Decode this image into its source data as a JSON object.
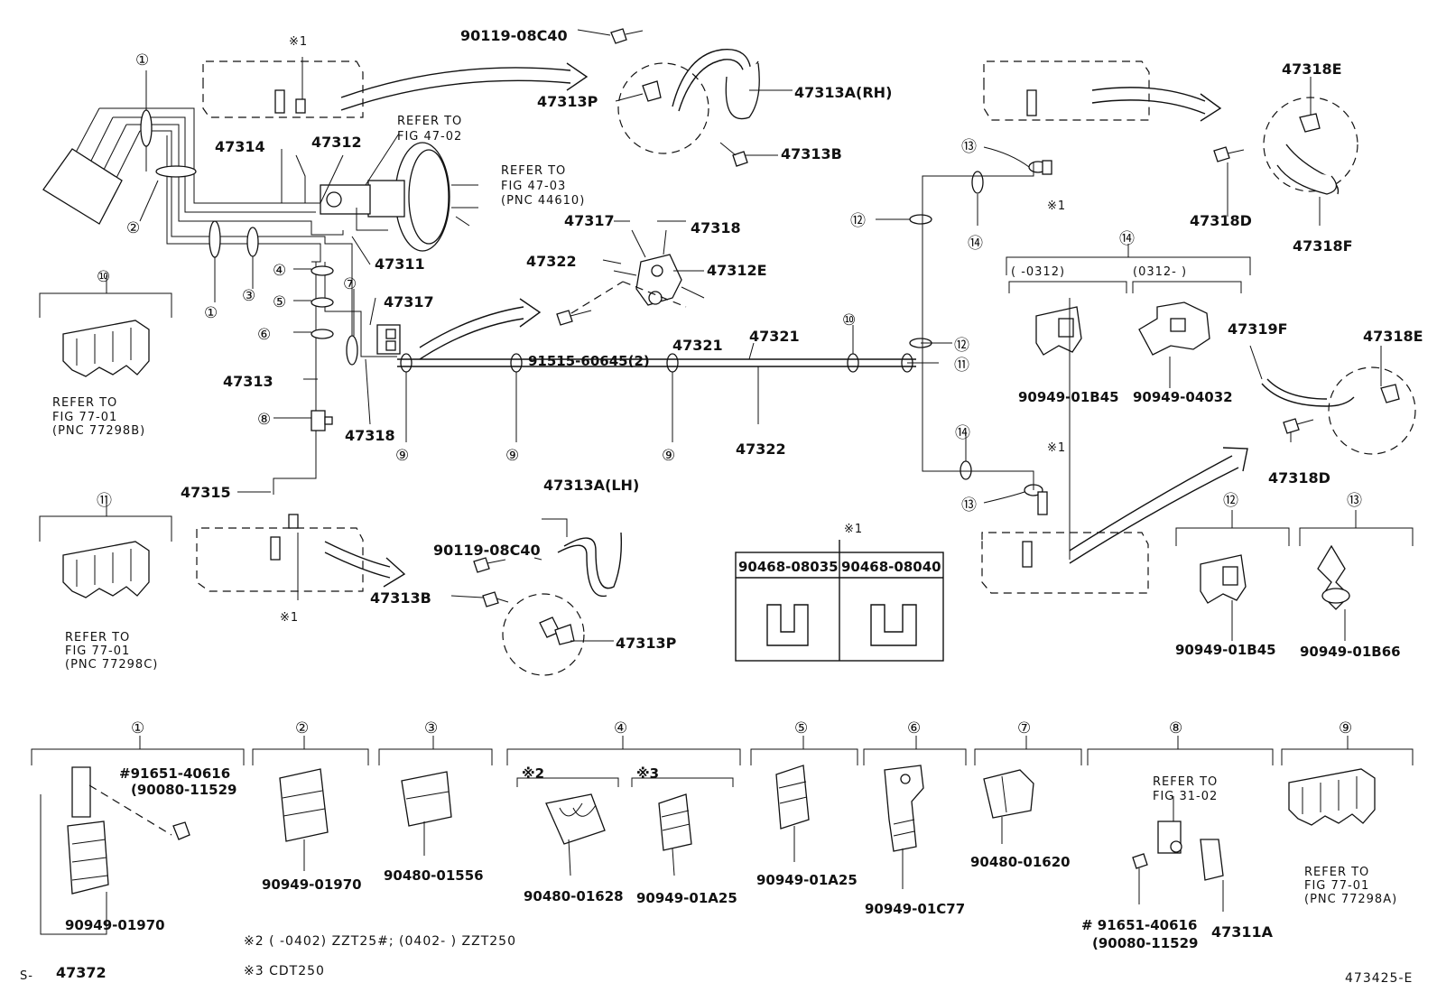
{
  "labels": {
    "p90119_top": "90119-08C40",
    "p47313P_top": "47313P",
    "p47313A_rh": "47313A(RH)",
    "p47313B_top": "47313B",
    "p47314": "47314",
    "p47312": "47312",
    "refer_47_02_a": "REFER TO",
    "refer_47_02_b": "FIG 47-02",
    "refer_47_03_a": "REFER TO",
    "refer_47_03_b": "FIG 47-03",
    "refer_47_03_c": "(PNC 44610)",
    "p47311": "47311",
    "p47317_a": "47317",
    "p47318_a": "47318",
    "p47322_a": "47322",
    "p47312E": "47312E",
    "p47317_b": "47317",
    "p91515": "91515-60645(2)",
    "p47321_a": "47321",
    "p47321_b": "47321",
    "p47313": "47313",
    "p47318_b": "47318",
    "p47322_b": "47322",
    "p47315": "47315",
    "p47313A_lh": "47313A(LH)",
    "p90119_bot": "90119-08C40",
    "p47313B_bot": "47313B",
    "p47313P_bot": "47313P",
    "refer_77_01B_a": "REFER TO",
    "refer_77_01B_b": "FIG 77-01",
    "refer_77_01B_c": "(PNC 77298B)",
    "refer_77_01C_a": "REFER TO",
    "refer_77_01C_b": "FIG 77-01",
    "refer_77_01C_c": "(PNC 77298C)",
    "p47318E_a": "47318E",
    "p47318D_a": "47318D",
    "p47318F": "47318F",
    "p47319F": "47319F",
    "p47318E_b": "47318E",
    "p47318D_b": "47318D",
    "range_a": "(     -0312)",
    "range_b": "(0312-     )",
    "p90949_01B45_a": "90949-01B45",
    "p90949_04032": "90949-04032",
    "p90949_01B45_b": "90949-01B45",
    "p90949_01B66": "90949-01B66",
    "table_col1": "90468-08035",
    "table_col2": "90468-08040",
    "mark1": "※1",
    "p91651_a": "#91651-40616",
    "p90080_a": "(90080-11529",
    "p90949_01970_a": "90949-01970",
    "p47372": "47372",
    "p90949_01970_b": "90949-01970",
    "p90480_01556": "90480-01556",
    "mark2": "※2",
    "mark3": "※3",
    "p90480_01628": "90480-01628",
    "p90949_01A25_a": "90949-01A25",
    "p90949_01A25_b": "90949-01A25",
    "p90949_01C77": "90949-01C77",
    "p90480_01620": "90480-01620",
    "refer_31_02_a": "REFER TO",
    "refer_31_02_b": "FIG 31-02",
    "p91651_b": "# 91651-40616",
    "p90080_b": "(90080-11529",
    "p47311A": "47311A",
    "refer_77_01A_a": "REFER TO",
    "refer_77_01A_b": "FIG 77-01",
    "refer_77_01A_c": "(PNC 77298A)",
    "footnote2": "※2 (     -0402) ZZT25#; (0402-     ) ZZT250",
    "footnote3": "※3  CDT250",
    "corner_s": "S-",
    "fig_id": "473425-E"
  },
  "circles": {
    "c1": "①",
    "c2": "②",
    "c3": "③",
    "c4": "④",
    "c5": "⑤",
    "c6": "⑥",
    "c7": "⑦",
    "c8": "⑧",
    "c9": "⑨",
    "c10": "⑩",
    "c11": "⑪",
    "c12": "⑫",
    "c13": "⑬",
    "c14": "⑭"
  }
}
